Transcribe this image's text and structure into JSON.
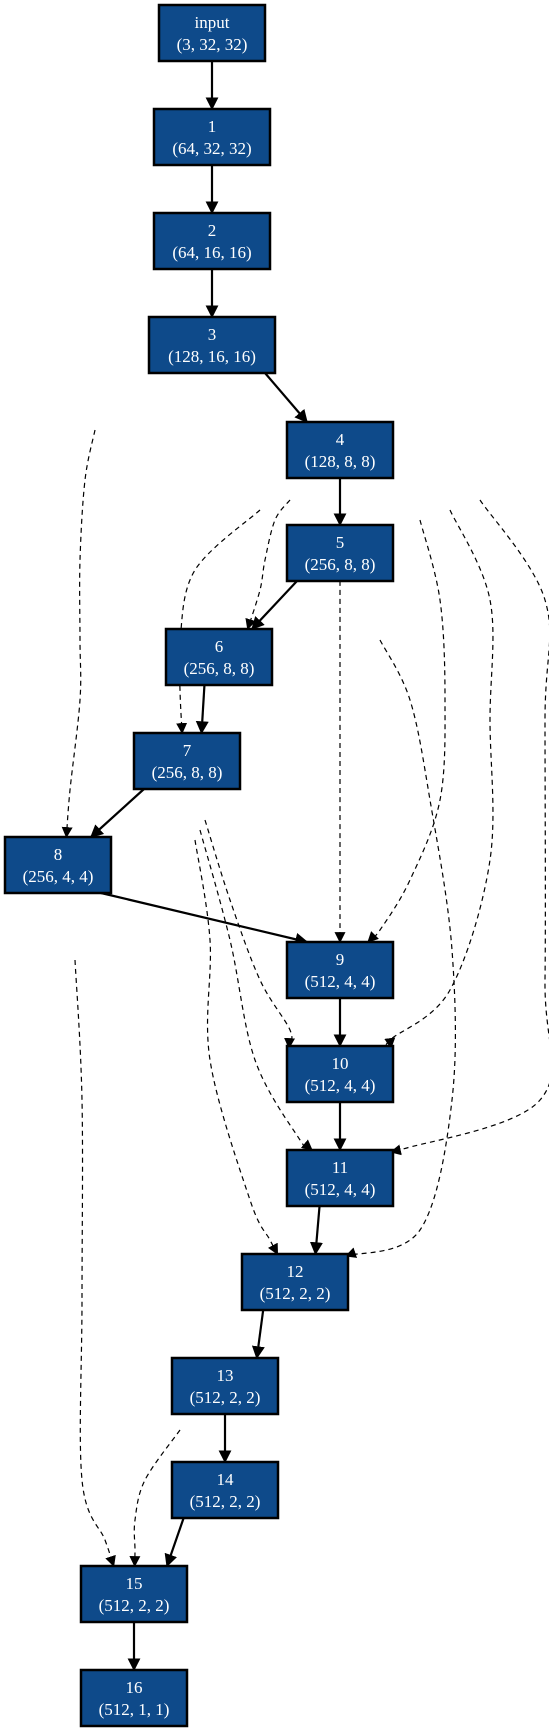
{
  "nodes": [
    {
      "id": "input",
      "title": "input",
      "shape": "(3, 32, 32)"
    },
    {
      "id": "1",
      "title": "1",
      "shape": "(64, 32, 32)"
    },
    {
      "id": "2",
      "title": "2",
      "shape": "(64, 16, 16)"
    },
    {
      "id": "3",
      "title": "3",
      "shape": "(128, 16, 16)"
    },
    {
      "id": "4",
      "title": "4",
      "shape": "(128, 8, 8)"
    },
    {
      "id": "5",
      "title": "5",
      "shape": "(256, 8, 8)"
    },
    {
      "id": "6",
      "title": "6",
      "shape": "(256, 8, 8)"
    },
    {
      "id": "7",
      "title": "7",
      "shape": "(256, 8, 8)"
    },
    {
      "id": "8",
      "title": "8",
      "shape": "(256, 4, 4)"
    },
    {
      "id": "9",
      "title": "9",
      "shape": "(512, 4, 4)"
    },
    {
      "id": "10",
      "title": "10",
      "shape": "(512, 4, 4)"
    },
    {
      "id": "11",
      "title": "11",
      "shape": "(512, 4, 4)"
    },
    {
      "id": "12",
      "title": "12",
      "shape": "(512, 2, 2)"
    },
    {
      "id": "13",
      "title": "13",
      "shape": "(512, 2, 2)"
    },
    {
      "id": "14",
      "title": "14",
      "shape": "(512, 2, 2)"
    },
    {
      "id": "15",
      "title": "15",
      "shape": "(512, 2, 2)"
    },
    {
      "id": "16",
      "title": "16",
      "shape": "(512, 1, 1)"
    }
  ],
  "edges": [
    {
      "from": "input",
      "to": "1",
      "style": "solid"
    },
    {
      "from": "1",
      "to": "2",
      "style": "solid"
    },
    {
      "from": "2",
      "to": "3",
      "style": "solid"
    },
    {
      "from": "3",
      "to": "4",
      "style": "solid"
    },
    {
      "from": "3",
      "to": "8",
      "style": "dashed"
    },
    {
      "from": "4",
      "to": "5",
      "style": "solid"
    },
    {
      "from": "4",
      "to": "6",
      "style": "dashed"
    },
    {
      "from": "4",
      "to": "7",
      "style": "dashed"
    },
    {
      "from": "4",
      "to": "9",
      "style": "dashed"
    },
    {
      "from": "4",
      "to": "10",
      "style": "dashed"
    },
    {
      "from": "4",
      "to": "11",
      "style": "dashed"
    },
    {
      "from": "5",
      "to": "6",
      "style": "solid"
    },
    {
      "from": "5",
      "to": "9",
      "style": "dashed"
    },
    {
      "from": "5",
      "to": "12",
      "style": "dashed"
    },
    {
      "from": "6",
      "to": "7",
      "style": "solid"
    },
    {
      "from": "7",
      "to": "8",
      "style": "solid"
    },
    {
      "from": "7",
      "to": "10",
      "style": "dashed"
    },
    {
      "from": "7",
      "to": "11",
      "style": "dashed"
    },
    {
      "from": "7",
      "to": "12",
      "style": "dashed"
    },
    {
      "from": "8",
      "to": "9",
      "style": "solid"
    },
    {
      "from": "8",
      "to": "15",
      "style": "dashed"
    },
    {
      "from": "9",
      "to": "10",
      "style": "solid"
    },
    {
      "from": "10",
      "to": "11",
      "style": "solid"
    },
    {
      "from": "11",
      "to": "12",
      "style": "solid"
    },
    {
      "from": "12",
      "to": "13",
      "style": "solid"
    },
    {
      "from": "13",
      "to": "14",
      "style": "solid"
    },
    {
      "from": "13",
      "to": "15",
      "style": "dashed"
    },
    {
      "from": "14",
      "to": "15",
      "style": "solid"
    },
    {
      "from": "15",
      "to": "16",
      "style": "solid"
    }
  ],
  "colors": {
    "node_fill": "#0e4a8a",
    "node_text": "#ffffff",
    "edge": "#000000"
  }
}
